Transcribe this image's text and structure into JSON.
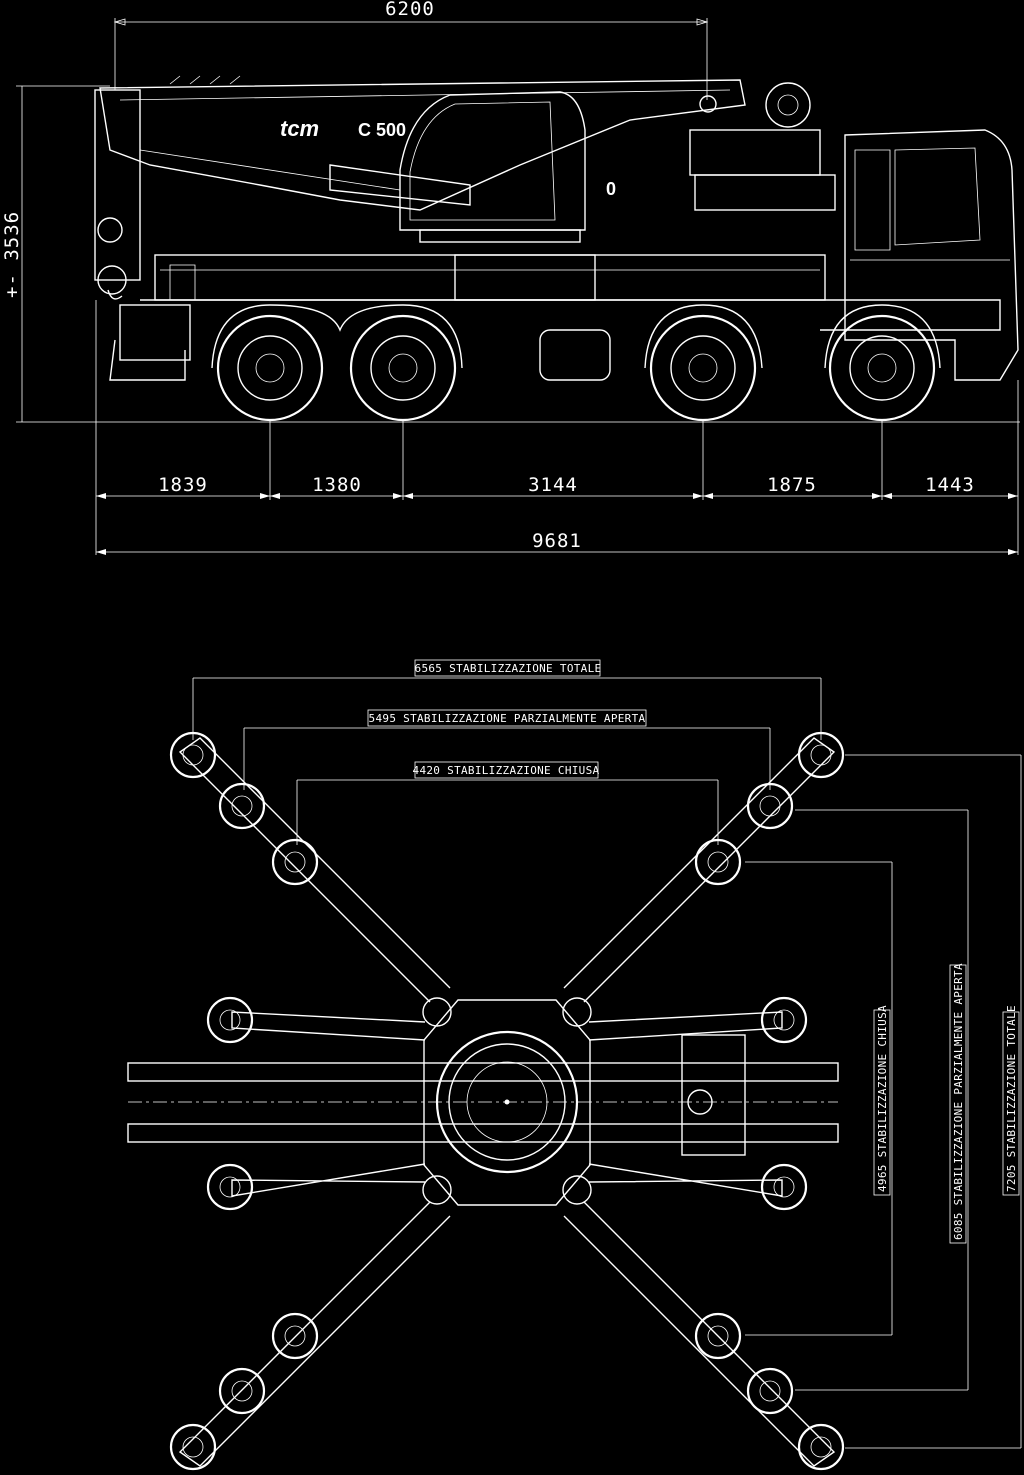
{
  "side_view": {
    "brand": "tcm",
    "model": "C 500",
    "boom_mark": "0",
    "height_dim": "+- 3536",
    "top_dim": "6200",
    "bottom_dims": [
      "1839",
      "1380",
      "3144",
      "1875",
      "1443"
    ],
    "total_length": "9681"
  },
  "top_view": {
    "horizontal_labels": [
      "6565 STABILIZZAZIONE TOTALE",
      "5495 STABILIZZAZIONE PARZIALMENTE APERTA",
      "4420 STABILIZZAZIONE CHIUSA"
    ],
    "vertical_labels": [
      "4965 STABILIZZAZIONE CHIUSA",
      "6085 STABILIZZAZIONE PARZIALMENTE APERTA",
      "7205 STABILIZZAZIONE TOTALE"
    ]
  },
  "colors": {
    "background": "#000000",
    "lines": "#ffffff"
  }
}
